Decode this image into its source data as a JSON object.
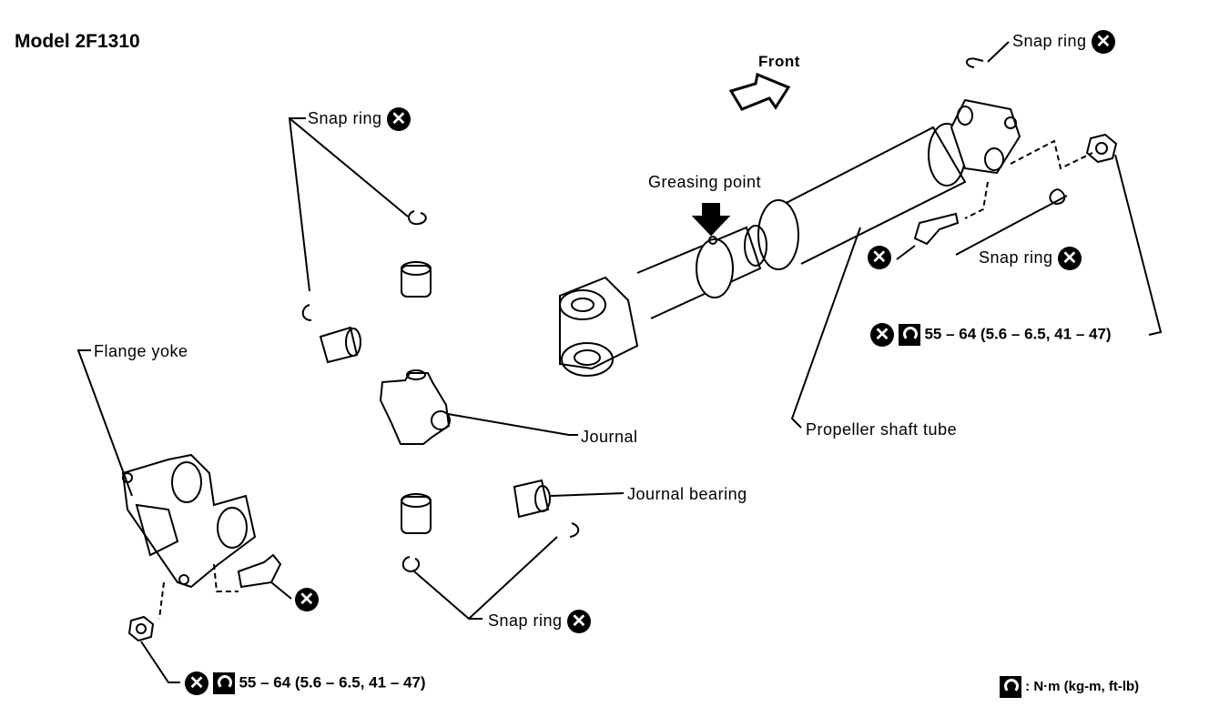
{
  "title": "Model 2F1310",
  "labels": {
    "front": "Front",
    "greasing_point": "Greasing point",
    "snap_ring_top_right": "Snap ring",
    "snap_ring_mid_right": "Snap ring",
    "snap_ring_top_left": "Snap ring",
    "snap_ring_bottom": "Snap ring",
    "flange_yoke": "Flange yoke",
    "journal": "Journal",
    "journal_bearing": "Journal bearing",
    "propeller_shaft_tube": "Propeller shaft tube"
  },
  "torque": {
    "right": "55 – 64 (5.6 – 6.5, 41 – 47)",
    "left": "55 – 64 (5.6 – 6.5, 41 – 47)"
  },
  "legend": ": N·m (kg-m, ft-lb)",
  "symbols": {
    "replace_icon": "x-circle-icon",
    "torque_icon": "wrench-icon"
  }
}
